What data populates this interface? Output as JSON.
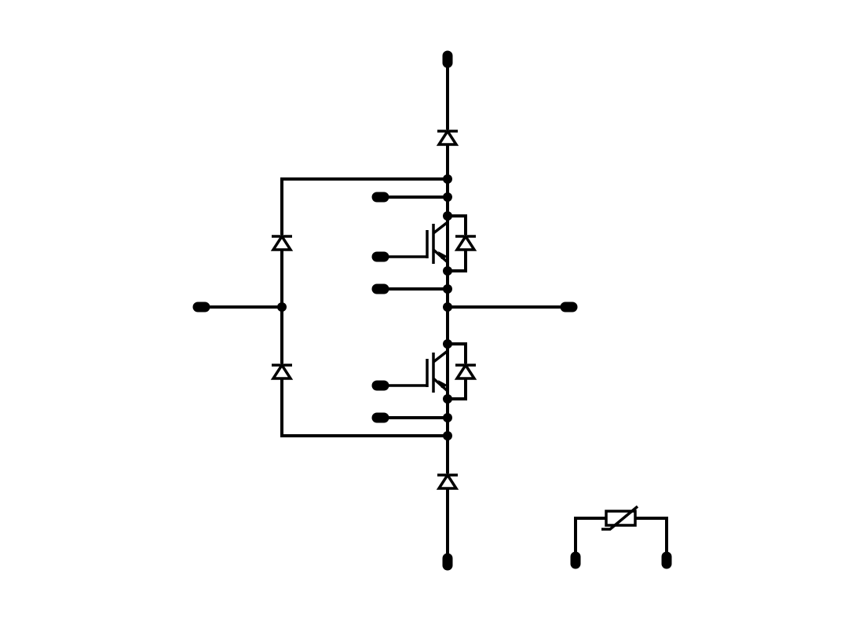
{
  "diagram": {
    "kind": "circuit-schematic",
    "topology": "three-level-npc-phase-leg",
    "colors": {
      "line": "#000000",
      "background": "#ffffff"
    },
    "components": [
      {
        "id": "d-top-series",
        "type": "diode"
      },
      {
        "id": "d-clamp-upper",
        "type": "diode"
      },
      {
        "id": "d-clamp-lower",
        "type": "diode"
      },
      {
        "id": "d-bottom-series",
        "type": "diode"
      },
      {
        "id": "q-upper",
        "type": "igbt-with-antiparallel-diode"
      },
      {
        "id": "q-lower",
        "type": "igbt-with-antiparallel-diode"
      },
      {
        "id": "ntc-thermistor",
        "type": "thermistor"
      }
    ],
    "terminals": [
      "dc-plus",
      "dc-minus",
      "neutral-point",
      "ac-output",
      "sense-upper",
      "gate-upper",
      "emitter-upper",
      "gate-lower",
      "emitter-lower",
      "sense-lower",
      "ntc-1",
      "ntc-2"
    ]
  }
}
